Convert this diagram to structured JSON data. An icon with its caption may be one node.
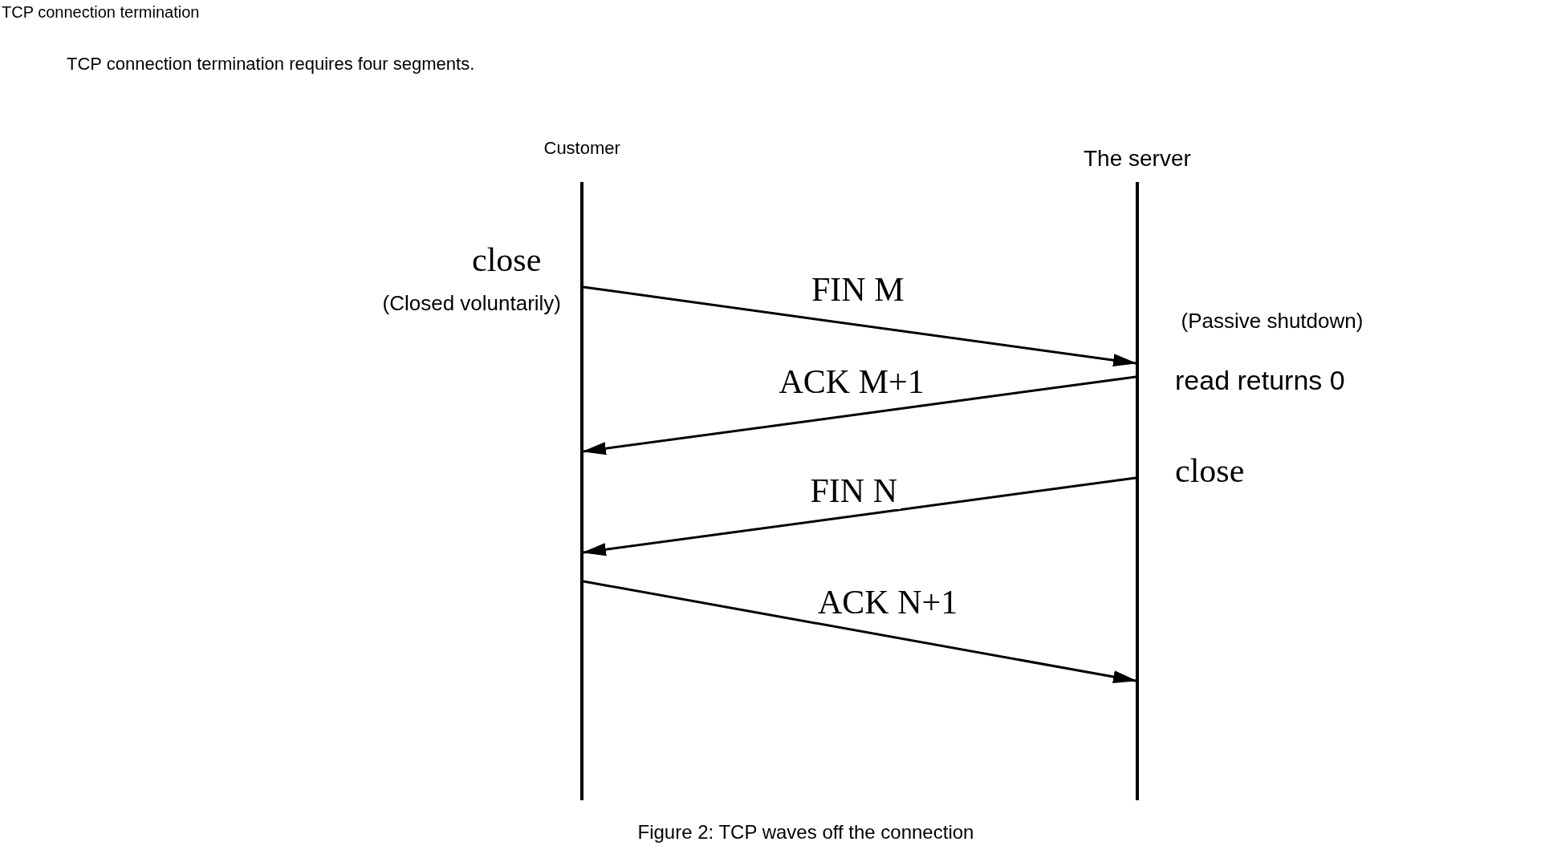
{
  "diagram": {
    "title": "TCP connection termination",
    "caption": "Figure 2: TCP waves off the connection",
    "nodes": [
      {
        "text": [
          "Customer"
        ]
      },
      {
        "text": [
          "The server"
        ]
      }
    ],
    "edges": [
      {
        "from": 0,
        "to": 1,
        "arrow": "to",
        "label": "FIN M"
      },
      {
        "from": 1,
        "to": 0,
        "arrow": "to",
        "label": "ACK M+1"
      },
      {
        "from": 1,
        "to": 0,
        "arrow": "to",
        "label": "FIN N"
      },
      {
        "from": 0,
        "to": 1,
        "arrow": "to",
        "label": "ACK N+1"
      }
    ],
    "labels": [
      "TCP connection termination requires four segments.",
      "close",
      "(Closed voluntarily)",
      "(Passive shutdown)",
      "read returns 0",
      "close"
    ]
  }
}
